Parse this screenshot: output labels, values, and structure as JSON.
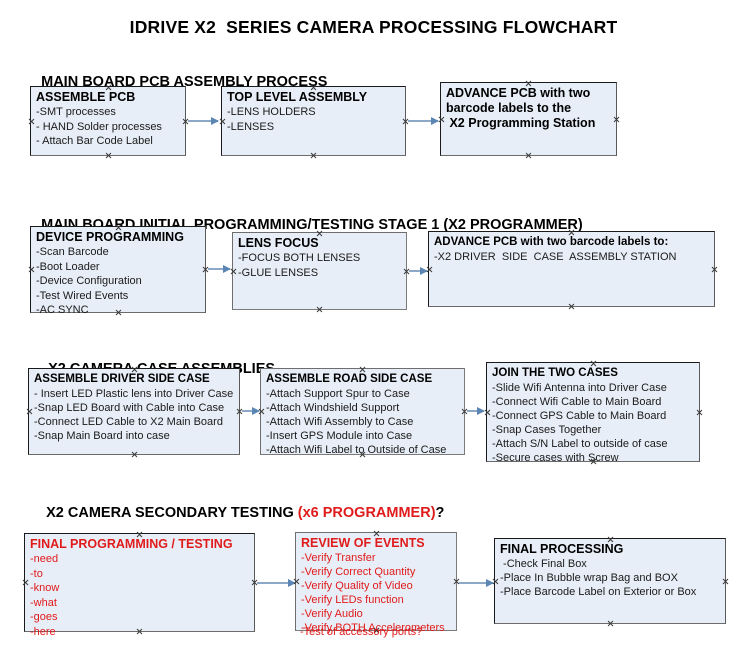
{
  "document": {
    "title": "IDRIVE X2  SERIES CAMERA PROCESSING FLOWCHART"
  },
  "colors": {
    "box_fill": "#e8eef7",
    "box_border_black": "#1a1a1a",
    "box_border_gray": "#7a7a7a",
    "arrow": "#8ca8c6",
    "arrow_head": "#5b86b4",
    "text": "#000000",
    "accent_red": "#e01b1b"
  },
  "sections": [
    {
      "heading": "MAIN BOARD PCB ASSEMBLY PROCESS",
      "heading_accent": "",
      "heading_suffix": "",
      "nodes": [
        {
          "title": "ASSEMBLE PCB",
          "lines": [
            "-SMT processes",
            "- HAND Solder processes",
            "- Attach Bar Code Label"
          ]
        },
        {
          "title": "TOP LEVEL ASSEMBLY",
          "lines": [
            "-LENS HOLDERS",
            "-LENSES"
          ]
        },
        {
          "title": "ADVANCE PCB with two",
          "lines": [
            "barcode labels to the",
            " X2 Programming Station"
          ]
        }
      ]
    },
    {
      "heading": "MAIN BOARD INITIAL PROGRAMMING/TESTING STAGE 1 (X2 PROGRAMMER)",
      "heading_accent": "",
      "heading_suffix": "",
      "nodes": [
        {
          "title": "DEVICE PROGRAMMING",
          "lines": [
            "-Scan Barcode",
            "-Boot Loader",
            "-Device Configuration",
            "-Test Wired Events",
            "-AC SYNC"
          ]
        },
        {
          "title": "LENS FOCUS",
          "lines": [
            "-FOCUS BOTH LENSES",
            "-GLUE LENSES"
          ]
        },
        {
          "title": "ADVANCE PCB with two barcode labels to:",
          "lines": [
            "-X2 DRIVER  SIDE  CASE  ASSEMBLY STATION"
          ]
        }
      ]
    },
    {
      "heading": "X2 CAMERA CASE ASSEMBLIES",
      "heading_accent": "",
      "heading_suffix": "",
      "nodes": [
        {
          "title": "ASSEMBLE DRIVER SIDE CASE",
          "lines": [
            "- Insert LED Plastic lens into Driver Case",
            "-Snap LED Board with Cable into Case",
            "-Connect LED Cable to X2 Main Board",
            "-Snap Main Board into case"
          ]
        },
        {
          "title": "ASSEMBLE ROAD SIDE CASE",
          "lines": [
            "-Attach Support Spur to Case",
            "-Attach Windshield Support",
            "-Attach Wifi Assembly to Case",
            "-Insert GPS Module into Case",
            "-Attach Wifi Label to Outside of Case"
          ]
        },
        {
          "title": "JOIN THE TWO CASES",
          "lines": [
            "-Slide Wifi Antenna into Driver Case",
            "-Connect Wifi Cable to Main Board",
            "-Connect GPS Cable to Main Board",
            "-Snap Cases Together",
            "-Attach S/N Label to outside of case",
            "-Secure cases with Screw"
          ]
        }
      ]
    },
    {
      "heading": "X2 CAMERA SECONDARY TESTING ",
      "heading_accent": "(x6 PROGRAMMER)",
      "heading_suffix": "?",
      "nodes": [
        {
          "title": "FINAL PROGRAMMING / TESTING",
          "lines": [
            "-need",
            "-to",
            "-know",
            "-what",
            "-goes",
            "-here"
          ]
        },
        {
          "title": "REVIEW OF EVENTS",
          "lines": [
            "-Verify Transfer",
            "-Verify Correct Quantity",
            "-Verify Quality of Video",
            "-Verify LEDs function",
            "-Verify Audio",
            "-Verify BOTH Accelerometers"
          ],
          "overflow_line": "-Test of accessory ports?"
        },
        {
          "title": "FINAL PROCESSING",
          "lines": [
            " -Check Final Box",
            "-Place In Bubble wrap Bag and BOX",
            "-Place Barcode Label on Exterior or Box"
          ]
        }
      ]
    }
  ]
}
